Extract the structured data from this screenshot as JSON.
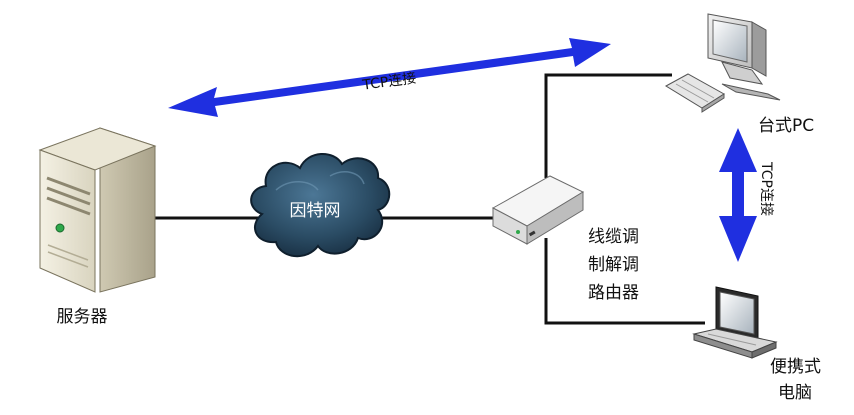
{
  "labels": {
    "server": "服务器",
    "internet": "因特网",
    "modem_line1": "线缆调",
    "modem_line2": "制解调",
    "modem_line3": "路由器",
    "desktop": "台式PC",
    "laptop_line1": "便携式",
    "laptop_line2": "电脑"
  },
  "connections": {
    "server_desktop": "TCP连接",
    "desktop_laptop": "TCP连接"
  },
  "colors": {
    "arrow": "#1f2fe0",
    "cloud": "#26475f",
    "line": "#111111"
  }
}
